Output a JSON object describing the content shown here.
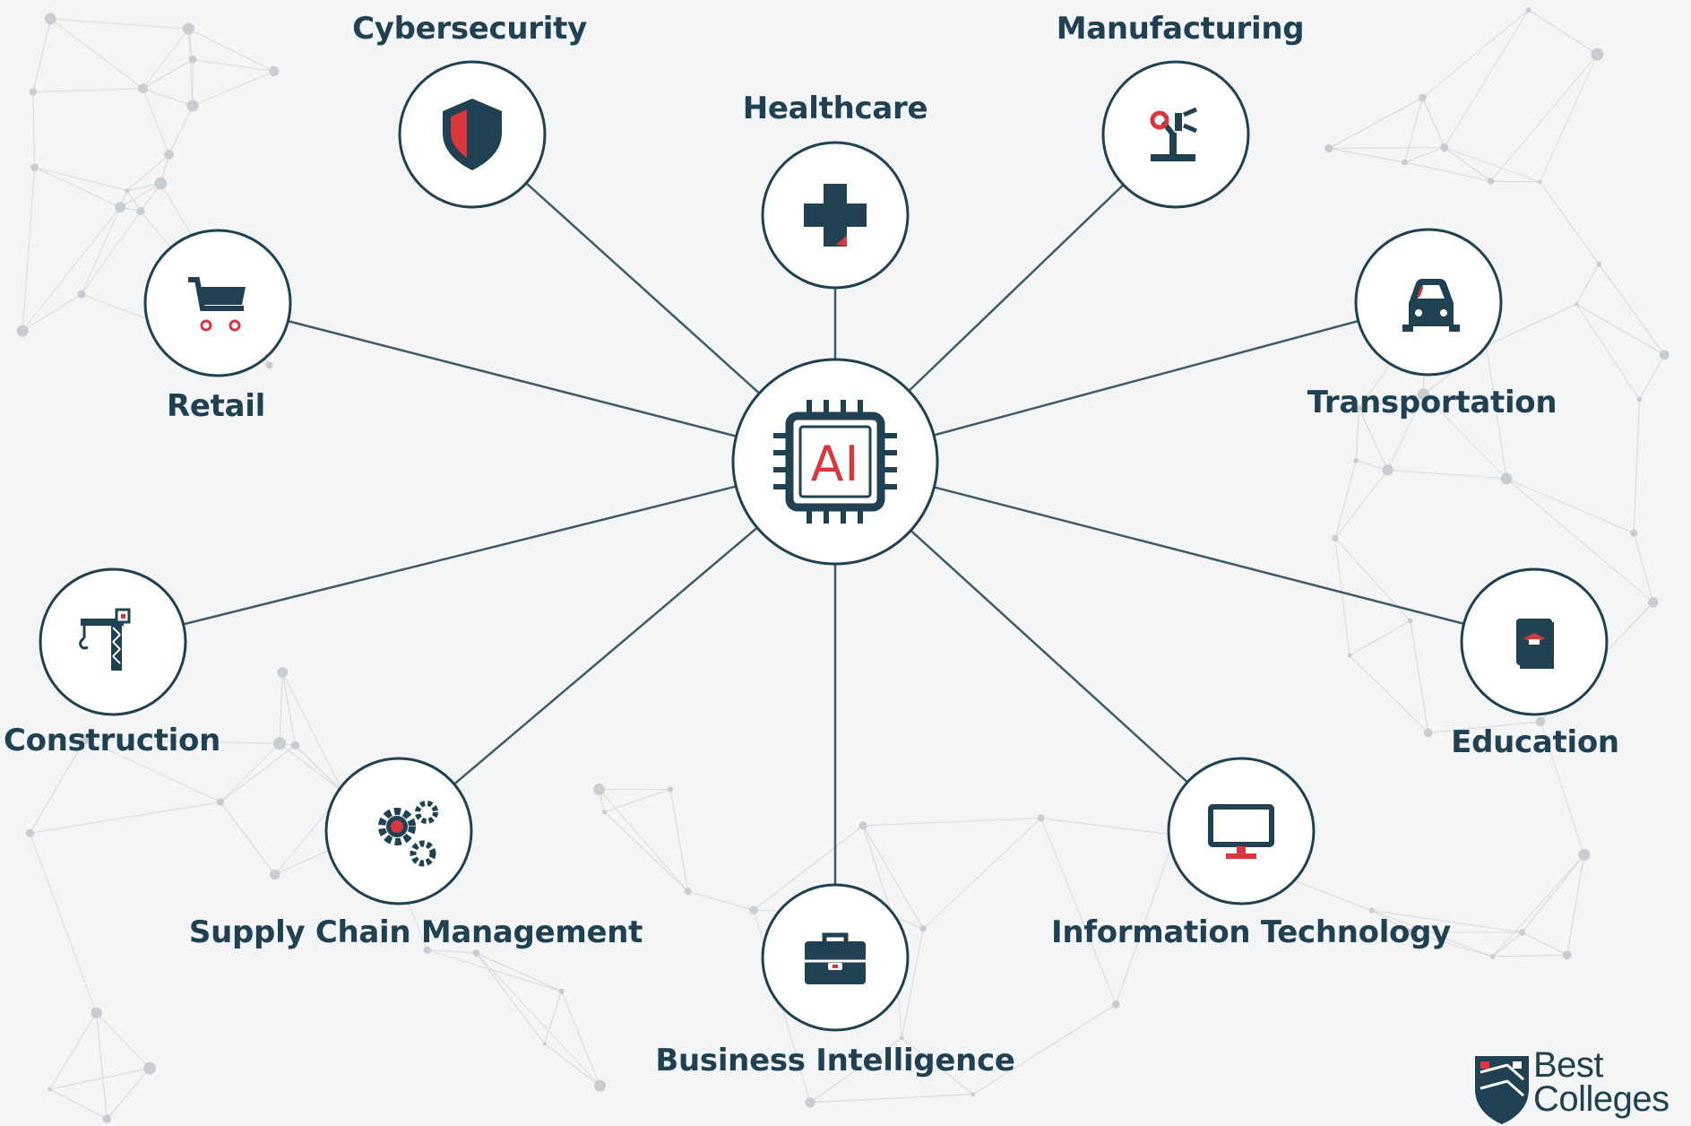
{
  "center": {
    "label": "AI"
  },
  "nodes": [
    {
      "id": "cybersecurity",
      "label": "Cybersecurity",
      "icon": "shield-icon"
    },
    {
      "id": "healthcare",
      "label": "Healthcare",
      "icon": "medical-cross-icon"
    },
    {
      "id": "manufacturing",
      "label": "Manufacturing",
      "icon": "robot-arm-icon"
    },
    {
      "id": "retail",
      "label": "Retail",
      "icon": "shopping-cart-icon"
    },
    {
      "id": "transportation",
      "label": "Transportation",
      "icon": "car-icon"
    },
    {
      "id": "construction",
      "label": "Construction",
      "icon": "crane-icon"
    },
    {
      "id": "education",
      "label": "Education",
      "icon": "book-icon"
    },
    {
      "id": "supply-chain-management",
      "label": "Supply Chain Management",
      "icon": "gears-icon"
    },
    {
      "id": "information-technology",
      "label": "Information Technology",
      "icon": "monitor-icon"
    },
    {
      "id": "business-intelligence",
      "label": "Business Intelligence",
      "icon": "briefcase-icon"
    }
  ],
  "logo": {
    "line1": "Best",
    "line2": "Colleges"
  },
  "colors": {
    "navy": "#1f4152",
    "red": "#d9363e",
    "line": "#3f5b66",
    "background": "#f4f5f6"
  }
}
